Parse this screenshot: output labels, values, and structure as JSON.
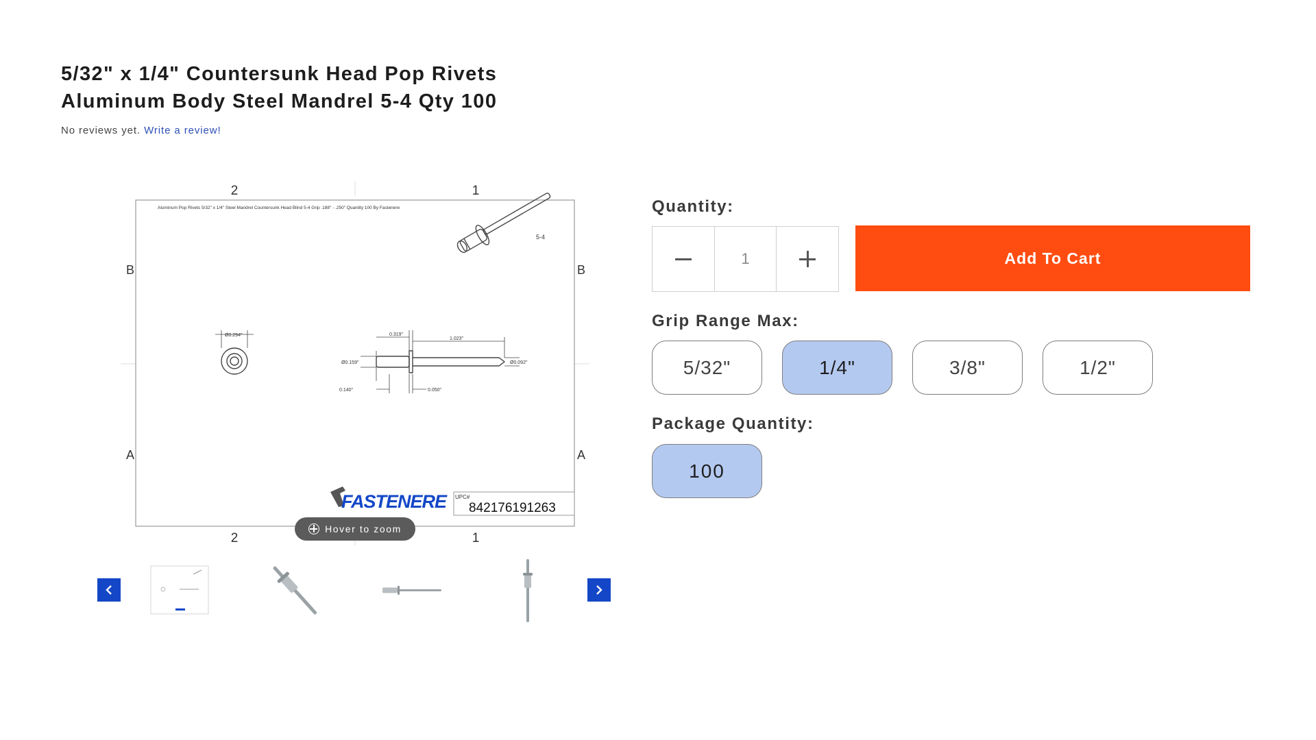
{
  "product": {
    "title_line1": "5/32\" x 1/4\" Countersunk Head Pop Rivets",
    "title_line2": "Aluminum Body Steel Mandrel 5-4 Qty 100",
    "reviews_text": "No reviews yet.",
    "write_review": "Write a review!"
  },
  "gallery": {
    "hover_zoom": "Hover to zoom",
    "drawing": {
      "header": "Aluminum Pop Rivets 5/32\" x 1/4\" Steel Mandrel Countersunk Head Blind 5-4 Grip .188\" - .250\" Quantity 100 By Fastenere",
      "grid_top_left": "2",
      "grid_top_right": "1",
      "grid_bottom_left": "2",
      "grid_bottom_right": "1",
      "grid_left_upper": "B",
      "grid_left_lower": "A",
      "grid_right_upper": "B",
      "grid_right_lower": "A",
      "part_label": "5-4",
      "dim_head_dia": "Ø0.294\"",
      "dim_head_len": "0.319\"",
      "dim_mandrel_len": "1.023\"",
      "dim_body_dia": "Ø0.159\"",
      "dim_mandrel_dia": "Ø0.092\"",
      "dim_body_len": "0.140\"",
      "dim_head_thk": "0.050\"",
      "brand": "FASTENERE",
      "upc_label": "UPC#",
      "upc": "842176191263"
    },
    "thumbnail_count": 4
  },
  "purchase": {
    "quantity_label": "Quantity:",
    "quantity_value": "1",
    "add_to_cart": "Add To Cart",
    "grip_label": "Grip Range Max:",
    "grip_options": [
      "5/32\"",
      "1/4\"",
      "3/8\"",
      "1/2\""
    ],
    "grip_selected": "1/4\"",
    "package_label": "Package Quantity:",
    "package_options": [
      "100"
    ],
    "package_selected": "100"
  },
  "colors": {
    "accent_button": "#ff4d11",
    "selected_option": "#b4c9f0",
    "thumb_arrow": "#1447c8",
    "link": "#2e4fb5"
  },
  "icons": {
    "quantity_decrease": "minus-icon",
    "quantity_increase": "plus-icon",
    "thumb_prev": "chevron-left-icon",
    "thumb_next": "chevron-right-icon",
    "zoom": "zoom-crosshair-icon"
  }
}
